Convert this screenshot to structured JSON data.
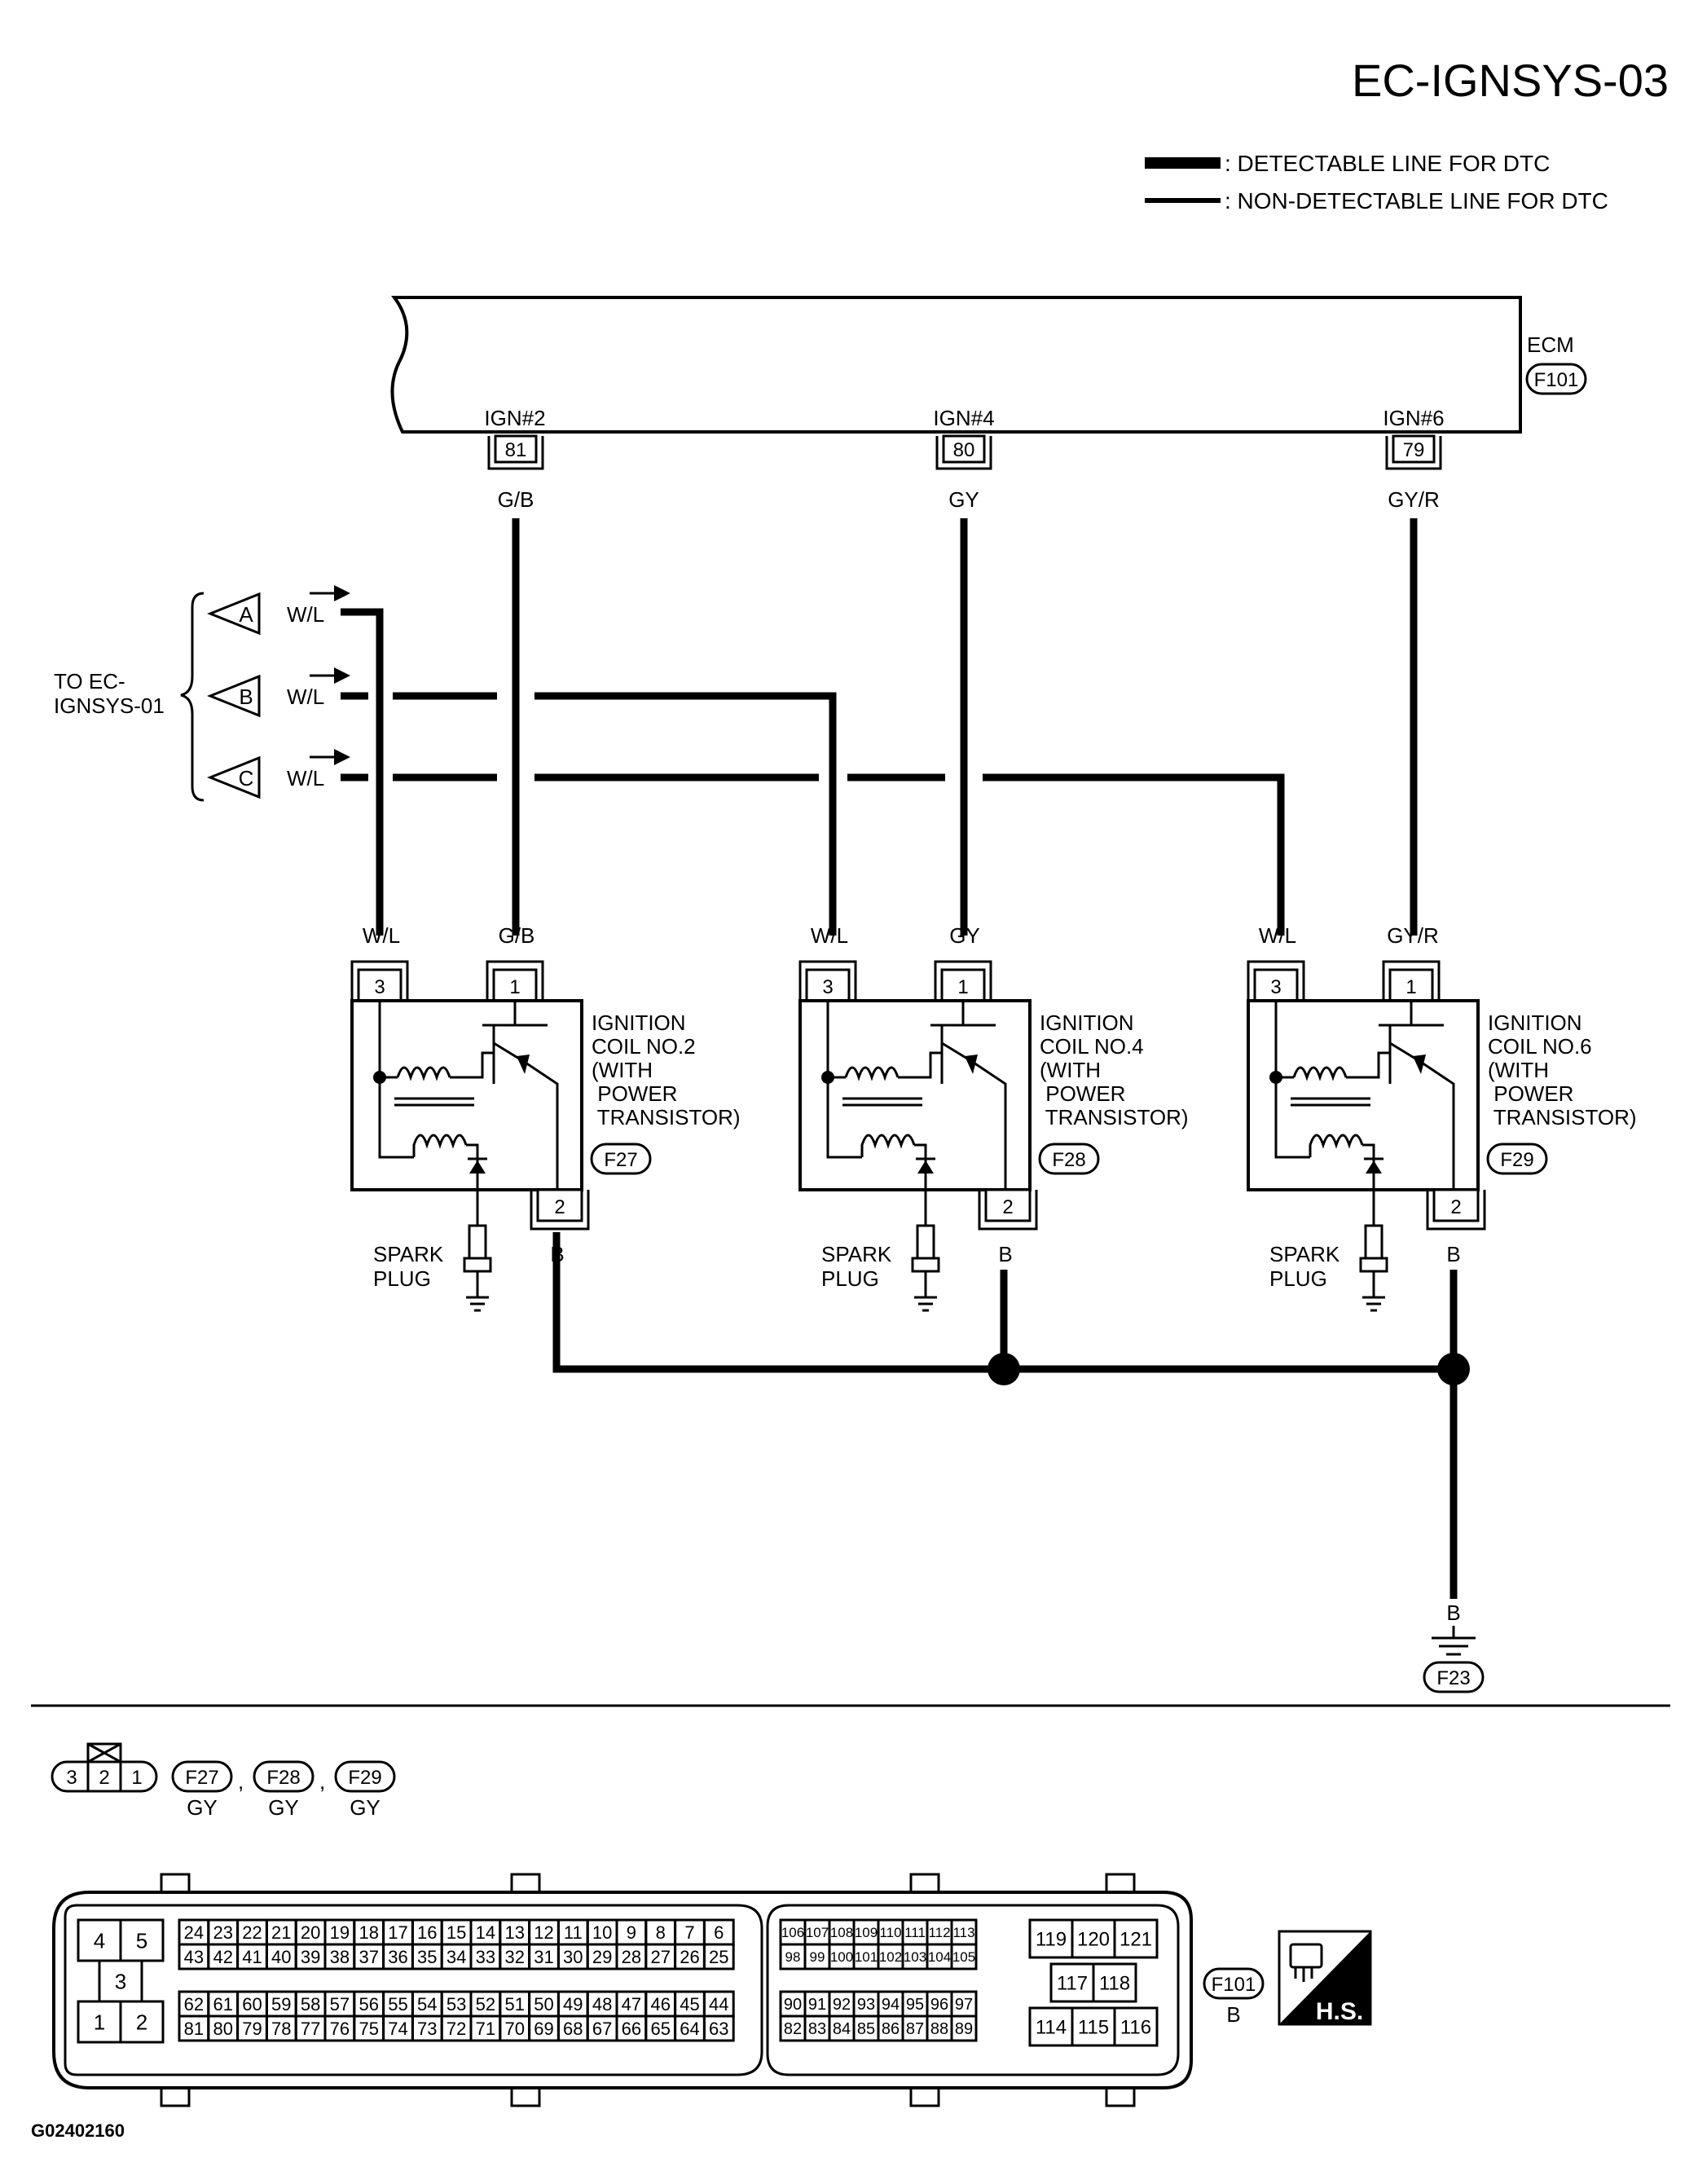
{
  "page_id": "EC-IGNSYS-03",
  "legend": {
    "detectable": ": DETECTABLE LINE FOR DTC",
    "non_detectable": ": NON-DETECTABLE LINE FOR DTC"
  },
  "ecm": {
    "label": "ECM",
    "connector": "F101",
    "terminals": [
      {
        "name": "IGN#2",
        "pin": "81",
        "wire": "G/B"
      },
      {
        "name": "IGN#4",
        "pin": "80",
        "wire": "GY"
      },
      {
        "name": "IGN#6",
        "pin": "79",
        "wire": "GY/R"
      }
    ]
  },
  "to_link": {
    "label_line1": "TO EC-",
    "label_line2": "IGNSYS-01",
    "connectors": [
      {
        "letter": "A",
        "wire": "W/L"
      },
      {
        "letter": "B",
        "wire": "W/L"
      },
      {
        "letter": "C",
        "wire": "W/L"
      }
    ]
  },
  "coils": [
    {
      "name_lines": [
        "IGNITION",
        "COIL NO.2",
        "(WITH",
        " POWER",
        " TRANSISTOR)"
      ],
      "connector": "F27",
      "wire_pin3": "W/L",
      "wire_pin1": "G/B",
      "pin3": "3",
      "pin1": "1",
      "pin2": "2",
      "ground_wire": "B",
      "spark_lines": [
        "SPARK",
        "PLUG"
      ]
    },
    {
      "name_lines": [
        "IGNITION",
        "COIL NO.4",
        "(WITH",
        " POWER",
        " TRANSISTOR)"
      ],
      "connector": "F28",
      "wire_pin3": "W/L",
      "wire_pin1": "GY",
      "pin3": "3",
      "pin1": "1",
      "pin2": "2",
      "ground_wire": "B",
      "spark_lines": [
        "SPARK",
        "PLUG"
      ]
    },
    {
      "name_lines": [
        "IGNITION",
        "COIL NO.6",
        "(WITH",
        " POWER",
        " TRANSISTOR)"
      ],
      "connector": "F29",
      "wire_pin3": "W/L",
      "wire_pin1": "GY/R",
      "pin3": "3",
      "pin1": "1",
      "pin2": "2",
      "ground_wire": "B",
      "spark_lines": [
        "SPARK",
        "PLUG"
      ]
    }
  ],
  "ground": {
    "wire": "B",
    "connector": "F23"
  },
  "coil_connector_face": {
    "pins": [
      "3",
      "2",
      "1"
    ],
    "connectors": [
      "F27",
      "F28",
      "F29"
    ],
    "colors": [
      "GY",
      "GY",
      "GY"
    ],
    "separator": ","
  },
  "ecm_connector_face": {
    "connector": "F101",
    "color": "B",
    "left_pins": [
      "4",
      "5",
      "3",
      "1",
      "2"
    ],
    "row1": [
      "24",
      "23",
      "22",
      "21",
      "20",
      "19",
      "18",
      "17",
      "16",
      "15",
      "14",
      "13",
      "12",
      "11",
      "10",
      "9",
      "8",
      "7",
      "6"
    ],
    "row2": [
      "43",
      "42",
      "41",
      "40",
      "39",
      "38",
      "37",
      "36",
      "35",
      "34",
      "33",
      "32",
      "31",
      "30",
      "29",
      "28",
      "27",
      "26",
      "25"
    ],
    "row3": [
      "62",
      "61",
      "60",
      "59",
      "58",
      "57",
      "56",
      "55",
      "54",
      "53",
      "52",
      "51",
      "50",
      "49",
      "48",
      "47",
      "46",
      "45",
      "44"
    ],
    "row4": [
      "81",
      "80",
      "79",
      "78",
      "77",
      "76",
      "75",
      "74",
      "73",
      "72",
      "71",
      "70",
      "69",
      "68",
      "67",
      "66",
      "65",
      "64",
      "63"
    ],
    "mid_row1": [
      "106",
      "107",
      "108",
      "109",
      "110",
      "111",
      "112",
      "113"
    ],
    "mid_row2": [
      "98",
      "99",
      "100",
      "101",
      "102",
      "103",
      "104",
      "105"
    ],
    "mid_row3": [
      "90",
      "91",
      "92",
      "93",
      "94",
      "95",
      "96",
      "97"
    ],
    "mid_row4": [
      "82",
      "83",
      "84",
      "85",
      "86",
      "87",
      "88",
      "89"
    ],
    "right_top": [
      "119",
      "120",
      "121"
    ],
    "right_mid": [
      "117",
      "118"
    ],
    "right_bot": [
      "114",
      "115",
      "116"
    ],
    "hs_label": "H.S."
  },
  "figure_code": "G02402160"
}
